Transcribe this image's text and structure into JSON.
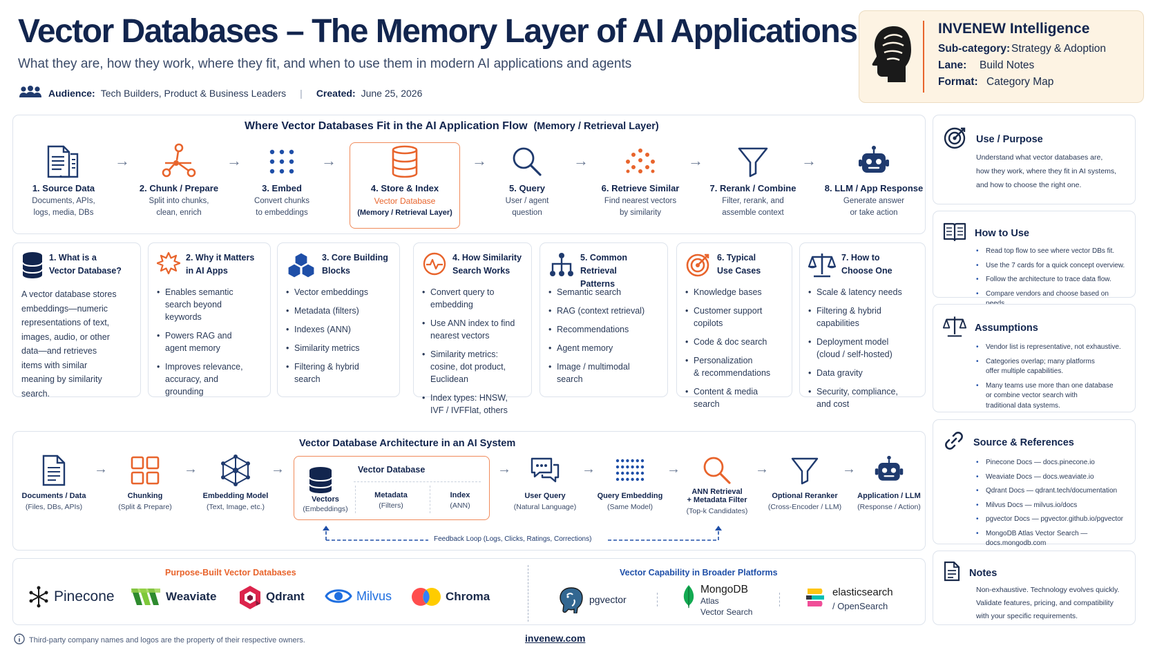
{
  "header": {
    "title": "Vector Databases – The Memory Layer of AI Applications",
    "subtitle": "What they are, how they work, where they fit, and when to use them in modern AI applications and agents",
    "audience_label": "Audience:",
    "audience_value": "Tech Builders, Product & Business Leaders",
    "separator": "|",
    "created_label": "Created:",
    "created_value": "June 25, 2026"
  },
  "brand": {
    "name": "INVENEW Intelligence",
    "subcategory_label": "Sub-category:",
    "subcategory_value": "Strategy & Adoption",
    "lane_label": "Lane:",
    "lane_value": "Build Notes",
    "format_label": "Format:",
    "format_value": "Category Map"
  },
  "flow": {
    "title": "Where Vector Databases Fit in the AI Application Flow",
    "title_suffix": "(Memory / Retrieval Layer)",
    "steps": [
      {
        "title": "1. Source Data",
        "d1": "Documents, APIs,",
        "d2": "logs, media, DBs"
      },
      {
        "title": "2. Chunk / Prepare",
        "d1": "Split into chunks,",
        "d2": "clean, enrich"
      },
      {
        "title": "3. Embed",
        "d1": "Convert chunks",
        "d2": "to embeddings"
      },
      {
        "title": "4. Store & Index",
        "d1": "Vector Database",
        "d2": "(Memory / Retrieval Layer)"
      },
      {
        "title": "5. Query",
        "d1": "User / agent",
        "d2": "question"
      },
      {
        "title": "6. Retrieve Similar",
        "d1": "Find nearest vectors",
        "d2": "by similarity"
      },
      {
        "title": "7. Rerank / Combine",
        "d1": "Filter, rerank, and",
        "d2": "assemble context"
      },
      {
        "title": "8. LLM / App Response",
        "d1": "Generate answer",
        "d2": "or take action"
      }
    ]
  },
  "cards": [
    {
      "t1": "1. What is a",
      "t2": "Vector Database?",
      "body": [
        "A vector database stores",
        "embeddings—numeric",
        "representations of text,",
        "images, audio, or other",
        "data—and retrieves",
        "items with similar",
        "meaning by similarity",
        "search."
      ]
    },
    {
      "t1": "2. Why it Matters",
      "t2": "in AI Apps",
      "items": [
        [
          "Enables semantic",
          "search beyond",
          "keywords"
        ],
        [
          "Powers RAG and",
          "agent memory"
        ],
        [
          "Improves relevance,",
          "accuracy, and",
          "grounding"
        ]
      ]
    },
    {
      "t1": "3. Core Building",
      "t2": "Blocks",
      "items": [
        [
          "Vector embeddings"
        ],
        [
          "Metadata (filters)"
        ],
        [
          "Indexes (ANN)"
        ],
        [
          "Similarity metrics"
        ],
        [
          "Filtering & hybrid",
          "search"
        ]
      ]
    },
    {
      "t1": "4. How Similarity",
      "t2": "Search Works",
      "items": [
        [
          "Convert query to",
          "embedding"
        ],
        [
          "Use ANN index to find",
          "nearest vectors"
        ],
        [
          "Similarity metrics:",
          "cosine, dot product,",
          "Euclidean"
        ],
        [
          "Index types: HNSW,",
          "IVF / IVFFlat, others"
        ]
      ]
    },
    {
      "t1": "5. Common Retrieval",
      "t2": "Patterns",
      "items": [
        [
          "Semantic search"
        ],
        [
          "RAG (context retrieval)"
        ],
        [
          "Recommendations"
        ],
        [
          "Agent memory"
        ],
        [
          "Image / multimodal",
          "search"
        ]
      ]
    },
    {
      "t1": "6. Typical",
      "t2": "Use Cases",
      "items": [
        [
          "Knowledge bases"
        ],
        [
          "Customer support",
          "copilots"
        ],
        [
          "Code & doc search"
        ],
        [
          "Personalization",
          "& recommendations"
        ],
        [
          "Content & media search"
        ]
      ]
    },
    {
      "t1": "7. How to",
      "t2": "Choose One",
      "items": [
        [
          "Scale & latency needs"
        ],
        [
          "Filtering & hybrid",
          "capabilities"
        ],
        [
          "Deployment model",
          "(cloud / self-hosted)"
        ],
        [
          "Data gravity"
        ],
        [
          "Security, compliance,",
          "and cost"
        ]
      ]
    }
  ],
  "arch": {
    "title": "Vector Database Architecture in an AI System",
    "steps": [
      {
        "title": "Documents / Data",
        "sub": "(Files, DBs, APIs)"
      },
      {
        "title": "Chunking",
        "sub": "(Split & Prepare)"
      },
      {
        "title": "Embedding Model",
        "sub": "(Text, Image, etc.)"
      },
      {
        "title": "User Query",
        "sub": "(Natural Language)"
      },
      {
        "title": "Query Embedding",
        "sub": "(Same Model)"
      },
      {
        "title": "ANN Retrieval",
        "title2": "+ Metadata Filter",
        "sub": "(Top-k Candidates)"
      },
      {
        "title": "Optional Reranker",
        "sub": "(Cross-Encoder / LLM)"
      },
      {
        "title": "Application / LLM",
        "sub": "(Response / Action)"
      }
    ],
    "db_title": "Vector Database",
    "db_cols": [
      {
        "title": "Vectors",
        "sub": "(Embeddings)"
      },
      {
        "title": "Metadata",
        "sub": "(Filters)"
      },
      {
        "title": "Index",
        "sub": "(ANN)"
      }
    ],
    "feedback": "Feedback Loop (Logs, Clicks, Ratings, Corrections)"
  },
  "vendors": {
    "purpose_title": "Purpose-Built Vector Databases",
    "purpose": [
      "Pinecone",
      "Weaviate",
      "Qdrant",
      "Milvus",
      "Chroma"
    ],
    "broad_title": "Vector Capability in Broader Platforms",
    "pgvector": "pgvector",
    "mongodb_1": "MongoDB",
    "mongodb_2": "Atlas",
    "mongodb_3": "Vector Search",
    "elastic_1": "elasticsearch",
    "elastic_2": "/ OpenSearch"
  },
  "sidebar": {
    "use": {
      "title": "Use / Purpose",
      "lines": [
        "Understand what vector databases are,",
        "how they work, where they fit in AI systems,",
        "and how to choose the right one."
      ]
    },
    "how": {
      "title": "How to Use",
      "items": [
        "Read top flow to see where vector DBs fit.",
        "Use the 7 cards for a quick concept overview.",
        "Follow the architecture to trace data flow.",
        "Compare vendors and choose based on needs."
      ]
    },
    "assumptions": {
      "title": "Assumptions",
      "items": [
        [
          "Vendor list is representative, not exhaustive."
        ],
        [
          "Categories overlap; many platforms",
          "offer multiple capabilities."
        ],
        [
          "Many teams use more than one database",
          "or combine vector search with",
          "traditional data systems."
        ]
      ]
    },
    "sources": {
      "title": "Source & References",
      "items": [
        "Pinecone Docs — docs.pinecone.io",
        "Weaviate Docs — docs.weaviate.io",
        "Qdrant Docs — qdrant.tech/documentation",
        "Milvus Docs — milvus.io/docs",
        "pgvector Docs — pgvector.github.io/pgvector",
        "MongoDB Atlas Vector Search — docs.mongodb.com"
      ]
    },
    "notes": {
      "title": "Notes",
      "lines": [
        "Non-exhaustive. Technology evolves quickly.",
        "Validate features, pricing, and compatibility",
        "with your specific requirements."
      ]
    }
  },
  "footer": {
    "disclaimer": "Third-party company names and logos are the property of their respective owners.",
    "site": "invenew.com"
  },
  "colors": {
    "navy": "#12254e",
    "blue": "#1f4fa8",
    "orange": "#e8642c",
    "cream": "#fdf3e3"
  }
}
